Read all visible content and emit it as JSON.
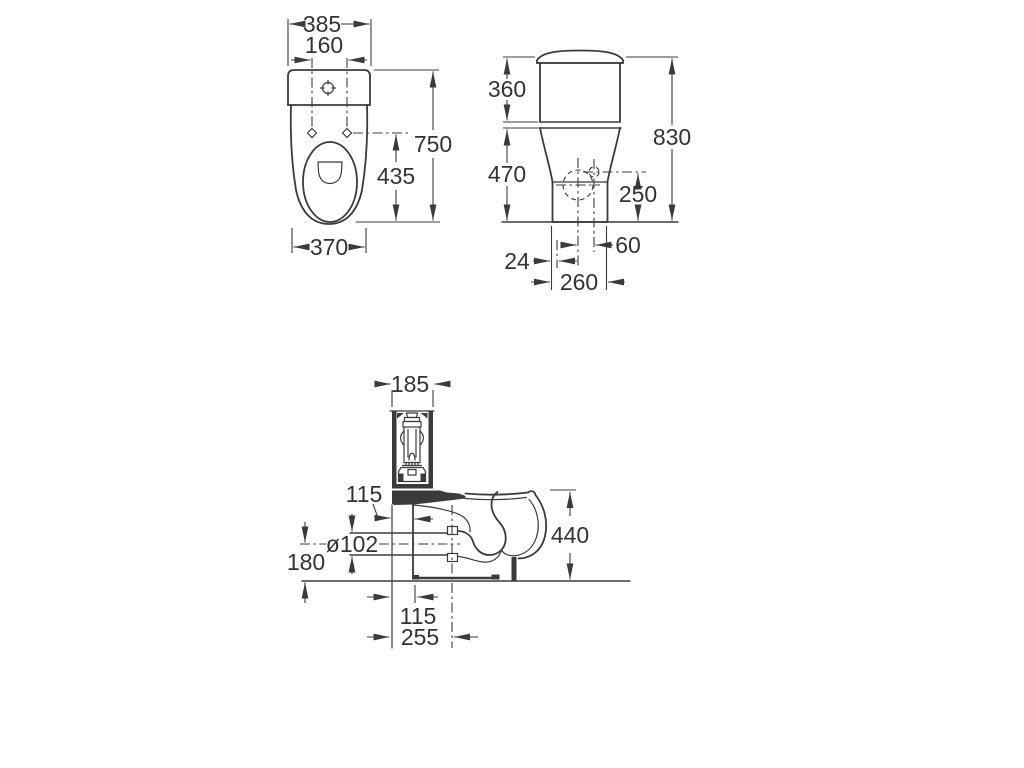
{
  "colors": {
    "background": "#ffffff",
    "line": "#3b3b3b",
    "text": "#333333"
  },
  "dimensions": {
    "front_view": {
      "cistern_width": "385",
      "seat_fixing_centers": "160",
      "overall_depth": "750",
      "bowl_length": "435",
      "bowl_width": "370"
    },
    "rear_view": {
      "cistern_height": "360",
      "overall_height": "830",
      "pan_height": "470",
      "inlet_height": "250",
      "inlet_offset": "60",
      "edge_offset": "24",
      "base_width": "260"
    },
    "side_view": {
      "cistern_depth": "185",
      "wall_clearance": "115",
      "outlet_diameter": "ø102",
      "outlet_height": "180",
      "bowl_height": "440",
      "outlet_setback": "115",
      "trap_distance": "255"
    }
  }
}
